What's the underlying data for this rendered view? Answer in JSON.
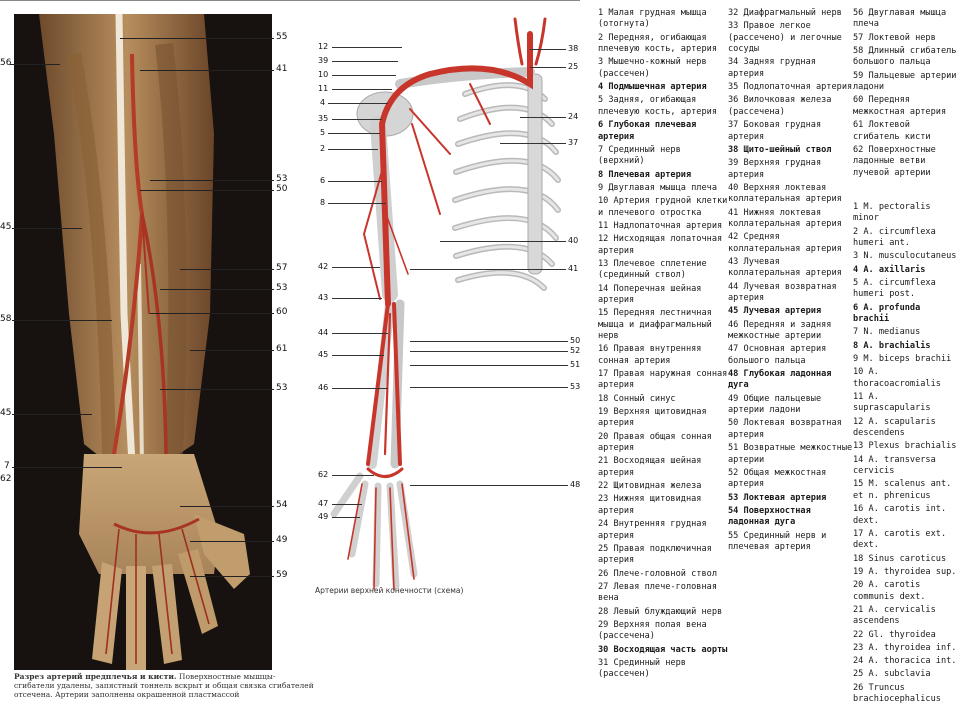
{
  "photo": {
    "caption_title": "Разрез артерий предплечья и кисти.",
    "caption_text": "Поверхностные мышцы-сгибатели удалены, запястный тоннель вскрыт и общая связка сгибателей отсечена. Артерии заполнены окрашенной пластмассой",
    "labels_left": [
      "56",
      "45",
      "58",
      "45",
      "7",
      "62"
    ],
    "labels_right": [
      "55",
      "41",
      "53",
      "50",
      "57",
      "53",
      "60",
      "61",
      "53",
      "54",
      "49",
      "59"
    ]
  },
  "diagram": {
    "caption": "Артерии верхней конечности (схема)",
    "labels_left": [
      "12",
      "39",
      "10",
      "11",
      "4",
      "35",
      "5",
      "2",
      "6",
      "8",
      "42",
      "43",
      "44",
      "45",
      "46",
      "62",
      "47",
      "49"
    ],
    "labels_right": [
      "38",
      "25",
      "24",
      "37",
      "40",
      "41",
      "50",
      "52",
      "51",
      "53",
      "48"
    ]
  },
  "legend": {
    "col1": [
      {
        "text": "1 Малая грудная мышца (отогнута)",
        "bold": false
      },
      {
        "text": "2 Передняя, огибающая плечевую кость, артерия",
        "bold": false
      },
      {
        "text": "3 Мышечно-кожный нерв (рассечен)",
        "bold": false
      },
      {
        "text": "4 Подмышечная артерия",
        "bold": true
      },
      {
        "text": "5 Задняя, огибающая плечевую кость, артерия",
        "bold": false
      },
      {
        "text": "6 Глубокая плечевая артерия",
        "bold": true
      },
      {
        "text": "7 Срединный нерв (верхний)",
        "bold": false
      },
      {
        "text": "8 Плечевая артерия",
        "bold": true
      },
      {
        "text": "9 Двуглавая мышца плеча",
        "bold": false
      },
      {
        "text": "10 Артерия грудной клетки и плечевого отростка",
        "bold": false
      },
      {
        "text": "11 Надлопаточная артерия",
        "bold": false
      },
      {
        "text": "12 Нисходящая лопаточная артерия",
        "bold": false
      },
      {
        "text": "13 Плечевое сплетение (срединный ствол)",
        "bold": false
      },
      {
        "text": "14 Поперечная шейная артерия",
        "bold": false
      },
      {
        "text": "15 Передняя лестничная мышца и диафрагмальный нерв",
        "bold": false
      },
      {
        "text": "16 Правая внутренняя сонная артерия",
        "bold": false
      },
      {
        "text": "17 Правая наружная сонная артерия",
        "bold": false
      },
      {
        "text": "18 Сонный синус",
        "bold": false
      },
      {
        "text": "19 Верхняя щитовидная артерия",
        "bold": false
      },
      {
        "text": "20 Правая общая сонная артерия",
        "bold": false
      },
      {
        "text": "21 Восходящая шейная артерия",
        "bold": false
      },
      {
        "text": "22 Щитовидная железа",
        "bold": false
      },
      {
        "text": "23 Нижняя щитовидная артерия",
        "bold": false
      },
      {
        "text": "24 Внутренняя грудная артерия",
        "bold": false
      },
      {
        "text": "25 Правая подключичная артерия",
        "bold": false
      },
      {
        "text": "26 Плече-головной ствол",
        "bold": false
      },
      {
        "text": "27 Левая плече-головная вена",
        "bold": false
      },
      {
        "text": "28 Левый блуждающий нерв",
        "bold": false
      },
      {
        "text": "29 Верхняя полая вена (рассечена)",
        "bold": false
      },
      {
        "text": "30 Восходящая часть аорты",
        "bold": true
      },
      {
        "text": "31 Срединный нерв (рассечен)",
        "bold": false
      }
    ],
    "col2": [
      {
        "text": "32 Диафрагмальный нерв",
        "bold": false
      },
      {
        "text": "33 Правое легкое (рассечено) и легочные сосуды",
        "bold": false
      },
      {
        "text": "34 Задняя грудная артерия",
        "bold": false
      },
      {
        "text": "35 Подлопаточная артерия",
        "bold": false
      },
      {
        "text": "36 Вилочковая железа (рассечена)",
        "bold": false
      },
      {
        "text": "37 Боковая грудная артерия",
        "bold": false
      },
      {
        "text": "38 Щито-шейный ствол",
        "bold": true
      },
      {
        "text": "39 Верхняя грудная артерия",
        "bold": false
      },
      {
        "text": "40 Верхняя локтевая коллатеральная артерия",
        "bold": false
      },
      {
        "text": "41 Нижняя локтевая коллатеральная артерия",
        "bold": false
      },
      {
        "text": "42 Средняя коллатеральная артерия",
        "bold": false
      },
      {
        "text": "43 Лучевая коллатеральная артерия",
        "bold": false
      },
      {
        "text": "44 Лучевая возвратная артерия",
        "bold": false
      },
      {
        "text": "45 Лучевая артерия",
        "bold": true
      },
      {
        "text": "46 Передняя и задняя межкостные артерии",
        "bold": false
      },
      {
        "text": "47 Основная артерия большого пальца",
        "bold": false
      },
      {
        "text": "48 Глубокая ладонная дуга",
        "bold": true
      },
      {
        "text": "49 Общие пальцевые артерии ладони",
        "bold": false
      },
      {
        "text": "50 Локтевая возвратная артерия",
        "bold": false
      },
      {
        "text": "51 Возвратные межкостные артерии",
        "bold": false
      },
      {
        "text": "52 Общая межкостная артерия",
        "bold": false
      },
      {
        "text": "53 Локтевая артерия",
        "bold": true
      },
      {
        "text": "54 Поверхностная ладонная дуга",
        "bold": true
      },
      {
        "text": "55 Срединный нерв и плечевая артерия",
        "bold": false
      }
    ],
    "col3": [
      {
        "text": "56 Двуглавая мышца плеча",
        "bold": false
      },
      {
        "text": "57 Локтевой нерв",
        "bold": false
      },
      {
        "text": "58 Длинный сгибатель большого пальца",
        "bold": false
      },
      {
        "text": "59 Пальцевые артерии ладони",
        "bold": false
      },
      {
        "text": "60 Передняя межкостная артерия",
        "bold": false
      },
      {
        "text": "61 Локтевой сгибатель кисти",
        "bold": false
      },
      {
        "text": "62 Поверхностные ладонные ветви лучевой артерии",
        "bold": false
      }
    ],
    "col3b": [
      {
        "text": "1 M. pectoralis minor",
        "bold": false
      },
      {
        "text": "2 A. circumflexa humeri ant.",
        "bold": false
      },
      {
        "text": "3 N. musculocutaneus",
        "bold": false
      },
      {
        "text": "4 A. axillaris",
        "bold": true
      },
      {
        "text": "5 A. circumflexa humeri post.",
        "bold": false
      },
      {
        "text": "6 A. profunda brachii",
        "bold": true
      },
      {
        "text": "7 N. medianus",
        "bold": false
      },
      {
        "text": "8 A. brachialis",
        "bold": true
      },
      {
        "text": "9 M. biceps brachii",
        "bold": false
      },
      {
        "text": "10 A. thoracoacromialis",
        "bold": false
      },
      {
        "text": "11 A. suprascapularis",
        "bold": false
      },
      {
        "text": "12 A. scapularis descendens",
        "bold": false
      },
      {
        "text": "13 Plexus brachialis",
        "bold": false
      },
      {
        "text": "14 A. transversa cervicis",
        "bold": false
      },
      {
        "text": "15 M. scalenus ant. et n. phrenicus",
        "bold": false
      },
      {
        "text": "16 A. carotis int. dext.",
        "bold": false
      },
      {
        "text": "17 A. carotis ext. dext.",
        "bold": false
      },
      {
        "text": "18 Sinus caroticus",
        "bold": false
      },
      {
        "text": "19 A. thyroidea sup.",
        "bold": false
      },
      {
        "text": "20 A. carotis communis dext.",
        "bold": false
      },
      {
        "text": "21 A. cervicalis ascendens",
        "bold": false
      },
      {
        "text": "22 Gl. thyroidea",
        "bold": false
      },
      {
        "text": "23 A. thyroidea inf.",
        "bold": false
      },
      {
        "text": "24 A. thoracica int.",
        "bold": false
      },
      {
        "text": "25 A. subclavia",
        "bold": false
      },
      {
        "text": "26 Truncus brachiocephalicus",
        "bold": false
      }
    ]
  }
}
